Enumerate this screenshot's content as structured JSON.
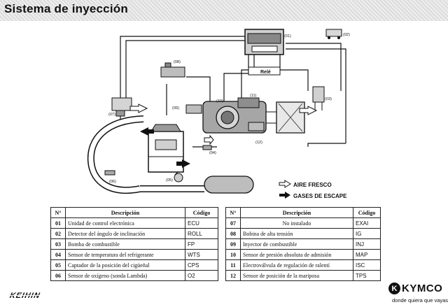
{
  "header": {
    "title": "Sistema de inyección"
  },
  "diagram": {
    "labels": {
      "c01": "(01)",
      "c02": "(02)",
      "c03": "(03)",
      "c04": "(04)",
      "c05": "(05)",
      "c06": "(06)",
      "c07": "(07)",
      "c08": "(08)",
      "c09": "(09)",
      "c10": "(10)",
      "c11": "(11)",
      "c12": "(12)",
      "rele": "Relé"
    },
    "legend": {
      "fresh_air": "AIRE FRESCO",
      "exhaust": "GASES DE ESCAPE"
    }
  },
  "tables": {
    "headers": {
      "num": "N°",
      "desc": "Descripción",
      "code": "Código"
    },
    "left": [
      {
        "num": "01",
        "desc": "Unidad de control electrónica",
        "code": "ECU"
      },
      {
        "num": "02",
        "desc": "Detector del ángulo de inclinación",
        "code": "ROLL"
      },
      {
        "num": "03",
        "desc": "Bomba de combustible",
        "code": "FP"
      },
      {
        "num": "04",
        "desc": "Sensor de temperatura del refrigerante",
        "code": "WTS"
      },
      {
        "num": "05",
        "desc": "Captador de la posición del cigüeñal",
        "code": "CPS"
      },
      {
        "num": "06",
        "desc": "Sensor de oxígeno (sonda Lambda)",
        "code": "O2"
      }
    ],
    "right": [
      {
        "num": "07",
        "desc": "No instalado",
        "code": "EXAI"
      },
      {
        "num": "08",
        "desc": "Bobina de alta tensión",
        "code": "IG"
      },
      {
        "num": "09",
        "desc": "Inyector de combustible",
        "code": "INJ"
      },
      {
        "num": "10",
        "desc": "Sensor de presión absoluta de admisión",
        "code": "MAP"
      },
      {
        "num": "11",
        "desc": "Electroválvula de regulación de ralentí",
        "code": "ISC"
      },
      {
        "num": "12",
        "desc": "Sensor de posición de la mariposa",
        "code": "TPS"
      }
    ]
  },
  "footer": {
    "brand_left": "KEIHIN",
    "brand_right": "KYMCO",
    "brand_mark": "K",
    "slogan": "donde quiera que vayas"
  }
}
